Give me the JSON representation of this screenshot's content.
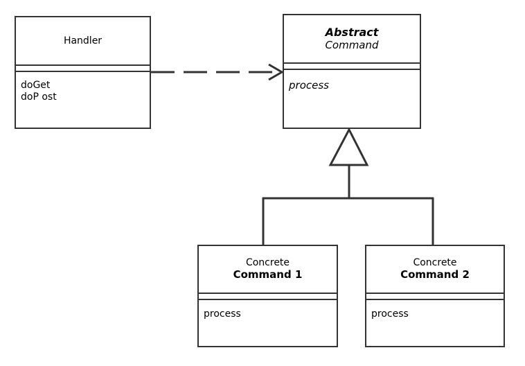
{
  "diagram": {
    "kind": "uml-class-diagram",
    "title": "Command pattern class diagram",
    "stroke_color": "#333333",
    "background_color": "#ffffff",
    "text_color": "#000000"
  },
  "classes": {
    "handler": {
      "name_lines": [
        {
          "text": "Handler",
          "style": "plain"
        }
      ],
      "attributes": [],
      "operations": [
        {
          "text": "doGet",
          "style": "plain"
        },
        {
          "text": "doP ost",
          "style": "plain"
        }
      ]
    },
    "abstract_command": {
      "name_lines": [
        {
          "text": "Abstract",
          "style": "bolditalic"
        },
        {
          "text": "Command",
          "style": "italic"
        }
      ],
      "attributes": [],
      "operations": [
        {
          "text": "process",
          "style": "italic"
        }
      ]
    },
    "concrete_command_1": {
      "name_lines": [
        {
          "text": "Concrete",
          "style": "plain"
        },
        {
          "text": "Command 1",
          "style": "bold"
        }
      ],
      "attributes": [],
      "operations": [
        {
          "text": "process",
          "style": "plain"
        }
      ]
    },
    "concrete_command_2": {
      "name_lines": [
        {
          "text": "Concrete",
          "style": "plain"
        },
        {
          "text": "Command 2",
          "style": "bold"
        }
      ],
      "attributes": [],
      "operations": [
        {
          "text": "process",
          "style": "plain"
        }
      ]
    }
  },
  "relationships": [
    {
      "id": "dependency-handler-to-abstract-command",
      "type": "dependency",
      "line": "dashed",
      "arrowhead": "open",
      "from": "handler",
      "to": "abstract_command",
      "label": ""
    },
    {
      "id": "generalization-command-1-to-abstract-command",
      "type": "generalization",
      "line": "solid",
      "arrowhead": "hollow-triangle",
      "from": "concrete_command_1",
      "to": "abstract_command",
      "label": ""
    },
    {
      "id": "generalization-command-2-to-abstract-command",
      "type": "generalization",
      "line": "solid",
      "arrowhead": "hollow-triangle",
      "from": "concrete_command_2",
      "to": "abstract_command",
      "label": ""
    }
  ]
}
